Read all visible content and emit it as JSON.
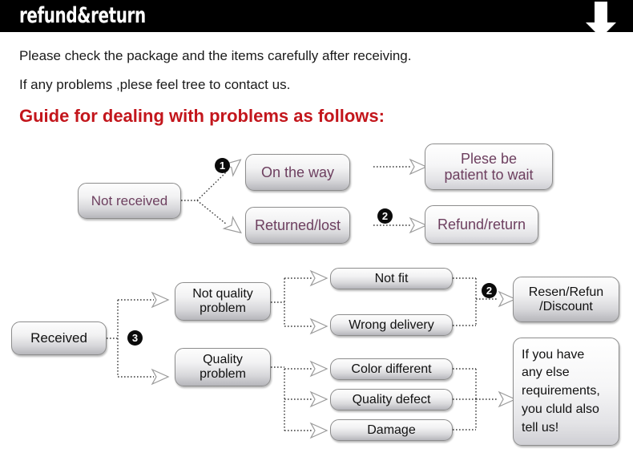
{
  "header": {
    "title": "refund&return",
    "arrow_icon": "arrow-down-icon",
    "bg_color": "#000000",
    "text_color": "#ffffff"
  },
  "intro": {
    "line1": "Please check the package and the items carefully after receiving.",
    "line2": "If any problems ,plese feel tree to contact us.",
    "guide_title": "Guide for dealing with problems as follows:",
    "guide_color": "#c3161c"
  },
  "flow_top": {
    "badges": [
      "1",
      "2"
    ],
    "boxes": {
      "not_received": "Not received",
      "on_the_way": "On the way",
      "returned_lost": "Returned/lost",
      "please_wait": "Plese be\npatient to wait",
      "refund_return": "Refund/return"
    },
    "text_color": "#6d3f5f"
  },
  "flow_bottom": {
    "badges": [
      "3",
      "2"
    ],
    "boxes": {
      "received": "Received",
      "not_quality_problem": "Not quality\nproblem",
      "quality_problem": "Quality\nproblem",
      "not_fit": "Not fit",
      "wrong_delivery": "Wrong delivery",
      "color_different": "Color different",
      "quality_defect": "Quality defect",
      "damage": "Damage",
      "resend_refund_discount": "Resen/Refun\n/Discount",
      "any_else": "If you have\nany else\nrequirements,\nyou cluld also\ntell us!"
    },
    "text_color": "#111111"
  }
}
